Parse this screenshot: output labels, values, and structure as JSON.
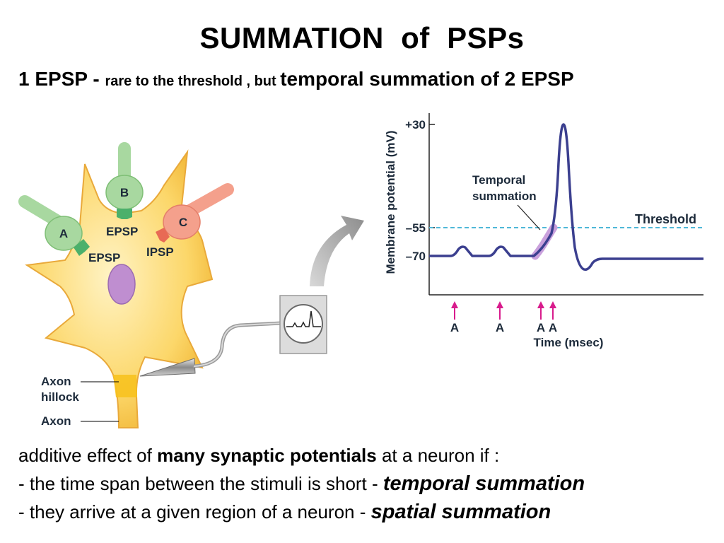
{
  "title": "SUMMATION  of  PSPs",
  "subtitle": {
    "part1": "1 EPSP - ",
    "part2": "rare to the threshold , but ",
    "part3": "temporal summation of 2 EPSP"
  },
  "neuron": {
    "synapse_a": "A",
    "synapse_b": "B",
    "synapse_c": "C",
    "label_epsp_b": "EPSP",
    "label_epsp_a": "EPSP",
    "label_ipsp": "IPSP",
    "label_axon_hillock_1": "Axon",
    "label_axon_hillock_2": "hillock",
    "label_axon": "Axon"
  },
  "graph": {
    "ylabel": "Membrane potential (mV)",
    "xlabel": "Time (msec)",
    "tick_top": "+30",
    "tick_threshold": "–55",
    "tick_rest": "–70",
    "threshold_label": "Threshold",
    "annotation_1": "Temporal",
    "annotation_2": "summation",
    "stim_1": "A",
    "stim_2": "A",
    "stim_3": "A",
    "stim_4": "A"
  },
  "chart_data": {
    "type": "line",
    "xlabel": "Time (msec)",
    "ylabel": "Membrane potential (mV)",
    "yticks": [
      30,
      -55,
      -70
    ],
    "threshold": -55,
    "colors": {
      "trace": "#3b3f8f",
      "threshold": "#4fb8d8",
      "stimulus": "#d81b8c",
      "summation": "#c9a0dc"
    }
  },
  "body": {
    "line1_a": "additive effect of ",
    "line1_b": "many synaptic potentials",
    "line1_c": " at a neuron if :",
    "line2_a": "- the time span between the stimuli is short - ",
    "line2_b": "temporal summation",
    "line3_a": "- they arrive at a given region of a neuron - ",
    "line3_b": "spatial summation"
  }
}
